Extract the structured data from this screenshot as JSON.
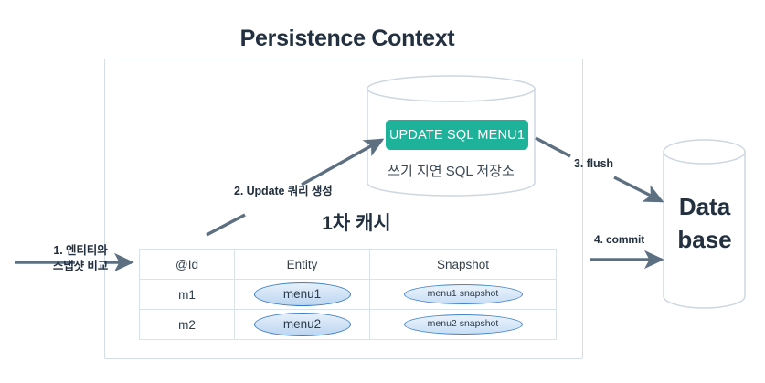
{
  "diagram": {
    "title": "Persistence Context",
    "colors": {
      "accent_teal": "#1fb29b",
      "arrow_gray": "#5d7082",
      "box_border": "#d5dde5",
      "ellipse_border": "#3b7fc4",
      "text_dark": "#22303f"
    }
  },
  "sql_store": {
    "chip_label": "UPDATE SQL MENU1",
    "caption": "쓰기 지연 SQL 저장소"
  },
  "cache": {
    "title": "1차 캐시",
    "columns": [
      "@Id",
      "Entity",
      "Snapshot"
    ],
    "rows": [
      {
        "id": "m1",
        "entity": "menu1",
        "snapshot": "menu1 snapshot"
      },
      {
        "id": "m2",
        "entity": "menu2",
        "snapshot": "menu2 snapshot"
      }
    ]
  },
  "steps": {
    "step1": "1. 엔티티와\n스냅샷 비교",
    "step1_line1": "1. 엔티티와",
    "step1_line2": "스냅샷 비교",
    "step2": "2. Update 쿼리 생성",
    "step3": "3. flush",
    "step4": "4. commit"
  },
  "database": {
    "line1": "Data",
    "line2": "base"
  }
}
